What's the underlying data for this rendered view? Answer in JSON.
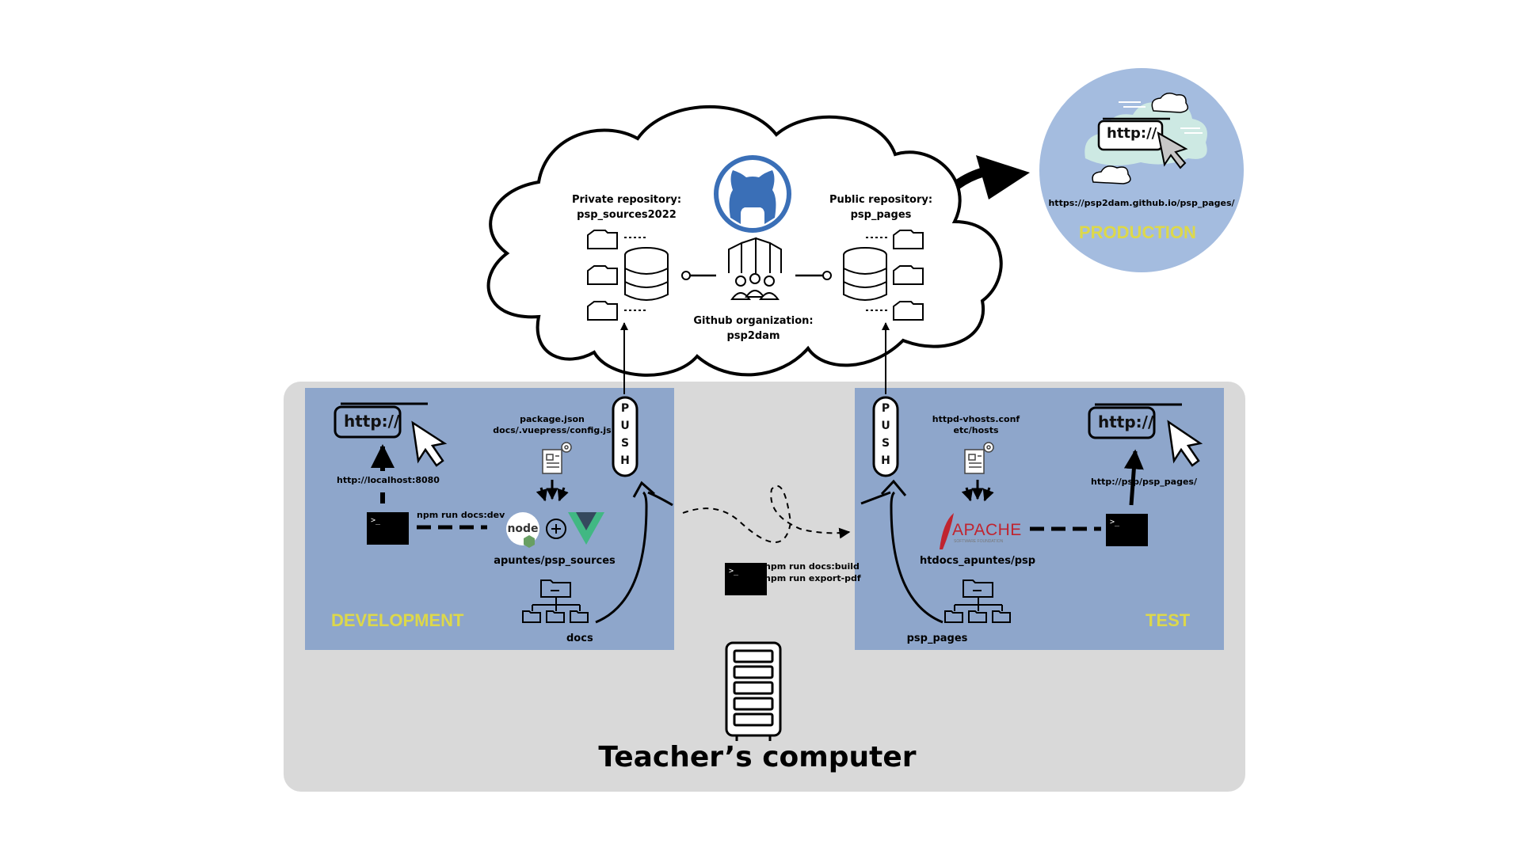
{
  "outer": {
    "title": "Teacher’s computer"
  },
  "cloud": {
    "private_repo": {
      "line1": "Private repository:",
      "line2": "psp_sources2022"
    },
    "public_repo": {
      "line1": "Public repository:",
      "line2": "psp_pages"
    },
    "organization": {
      "line1": "Github organization:",
      "line2": "psp2dam"
    }
  },
  "production": {
    "stamp": "PRODUCTION",
    "url": "https://psp2dam.github.io/psp_pages/",
    "browser_text": "http://"
  },
  "development": {
    "stamp": "DEVELOPMENT",
    "browser_text": "http://",
    "local_url": "http://localhost:8080",
    "command": "npm run docs:dev",
    "config_files": [
      "package.json",
      "docs/.vuepress/config.js"
    ],
    "source_folder": "apuntes/psp_sources",
    "docs_folder": "docs",
    "push": [
      "P",
      "U",
      "S",
      "H"
    ],
    "node_logo": "node",
    "plus": "+",
    "icons": {
      "terminal": "terminal-icon",
      "cursor": "cursor-icon",
      "file": "config-file-icon",
      "tree": "folder-tree-icon",
      "node": "nodejs-logo-icon",
      "vue": "vue-logo-icon"
    }
  },
  "build": {
    "commands": [
      "npm run docs:build",
      "npm run export-pdf"
    ]
  },
  "test": {
    "stamp": "TEST",
    "browser_text": "http://",
    "local_url": "http://psp/psp_pages/",
    "config_files": [
      "httpd-vhosts.conf",
      "etc/hosts"
    ],
    "server_logo": "APACHE",
    "server_logo_sub": "SOFTWARE FOUNDATION",
    "htdocs_folder": "htdocs_apuntes/psp",
    "pages_folder": "psp_pages",
    "push": [
      "P",
      "U",
      "S",
      "H"
    ]
  },
  "colors": {
    "panel_bg": "#8ea6cb",
    "outer_bg": "#d9d9d9",
    "production_bg": "#a4bcdf",
    "stamp": "#ddd84a",
    "github_blue": "#3a6fb7",
    "vue_dark": "#35495e",
    "vue_green": "#41b883",
    "node_green": "#689f63",
    "apache_red": "#c0242f",
    "cloud_mint": "#cde9e3"
  }
}
